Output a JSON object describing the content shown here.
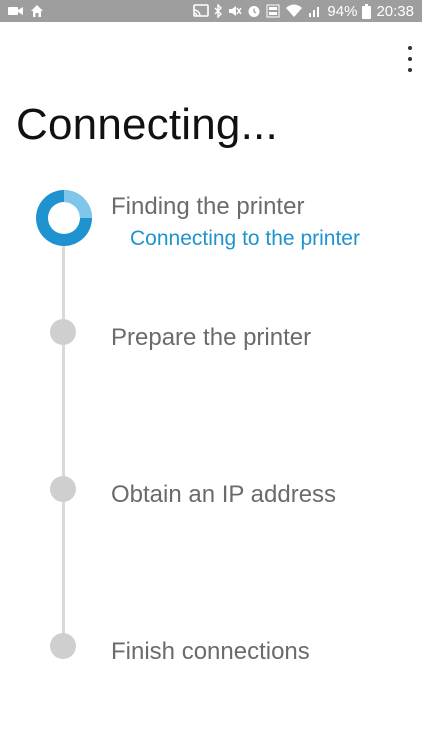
{
  "status_bar": {
    "left_icons": [
      "video-camera-icon",
      "home-icon"
    ],
    "right_icons": [
      "cast-icon",
      "bluetooth-icon",
      "mute-icon",
      "alarm-icon",
      "volte-icon",
      "wifi-icon",
      "signal-icon",
      "battery-icon"
    ],
    "battery": "94%",
    "time": "20:38"
  },
  "header": {
    "title": "Connecting...",
    "menu_icon": "overflow-menu-icon"
  },
  "steps": [
    {
      "label": "Finding the printer",
      "state": "active",
      "sub_label": "Connecting to the printer"
    },
    {
      "label": "Prepare the printer",
      "state": "pending"
    },
    {
      "label": "Obtain an IP address",
      "state": "pending"
    },
    {
      "label": "Finish connections",
      "state": "pending"
    }
  ],
  "colors": {
    "accent": "#1f93cf",
    "pending_dot": "#cfcfcf",
    "line": "#d9d9d9",
    "status_bar": "#9e9e9e"
  }
}
